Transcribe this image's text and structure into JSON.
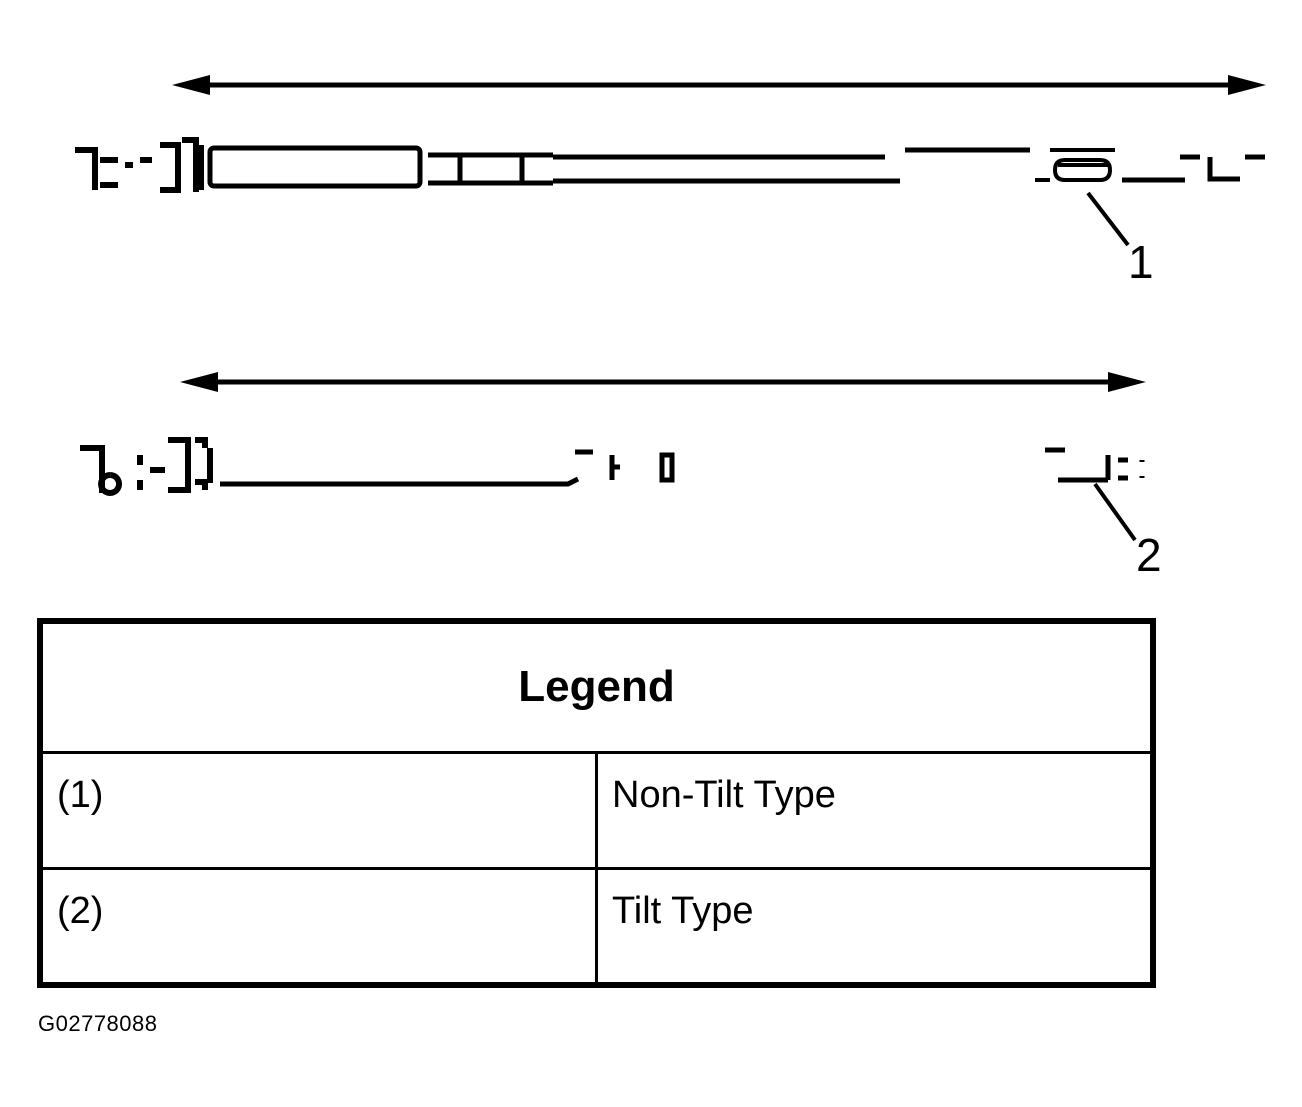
{
  "callouts": {
    "one": "1",
    "two": "2"
  },
  "legend": {
    "title": "Legend",
    "rows": [
      {
        "num": "(1)",
        "desc": "Non-Tilt Type"
      },
      {
        "num": "(2)",
        "desc": "Tilt Type"
      }
    ]
  },
  "figure_id": "G02778088",
  "colors": {
    "line": "#000000",
    "background": "#ffffff"
  }
}
